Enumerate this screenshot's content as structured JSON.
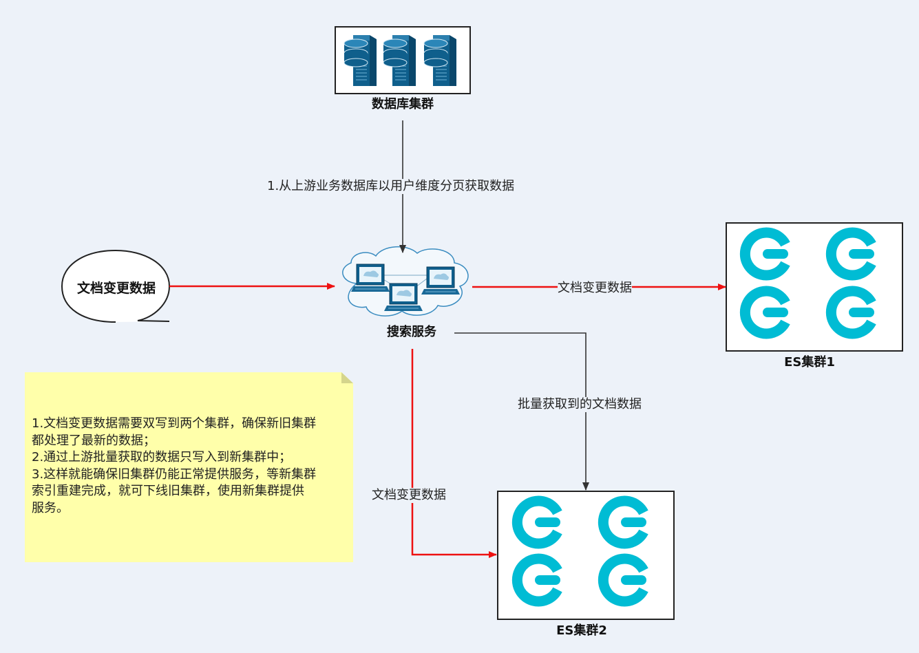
{
  "db_cluster": {
    "label": "数据库集群",
    "icon": "database-server-icon"
  },
  "search_service": {
    "label": "搜索服务",
    "icon": "network-cloud-icon"
  },
  "doc_change_source": {
    "label": "文档变更数据"
  },
  "es_cluster_1": {
    "label": "ES集群1",
    "icon": "elasticsearch-icon"
  },
  "es_cluster_2": {
    "label": "ES集群2",
    "icon": "elasticsearch-icon"
  },
  "edges": {
    "db_to_search": "1.从上游业务数据库以用户维度分页获取数据",
    "search_to_es1": "文档变更数据",
    "search_to_es2_batch": "批量获取到的文档数据",
    "search_to_es2_change": "文档变更数据"
  },
  "note": {
    "lines": [
      "1.文档变更数据需要双写到两个集群，确保新旧集群",
      "都处理了最新的数据；",
      "2.通过上游批量获取的数据只写入到新集群中；",
      "3.这样就能确保旧集群仍能正常提供服务，等新集群",
      "索引重建完成，就可下线旧集群，使用新集群提供",
      "服务。"
    ]
  },
  "colors": {
    "background": "#edf2f9",
    "red_arrow": "#ee1111",
    "dark_arrow": "#333333",
    "server_blue": "#0f5f8c",
    "es_cyan": "#00bcd4",
    "note_yellow": "#ffffaa"
  }
}
